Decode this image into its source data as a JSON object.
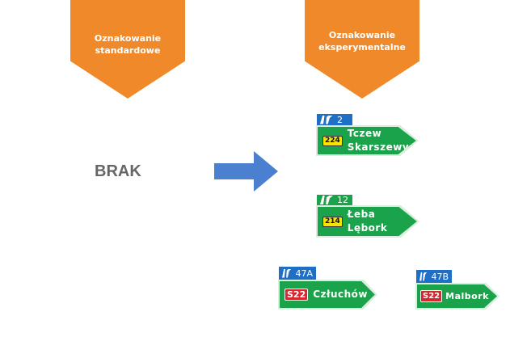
{
  "headers": {
    "standard": [
      "Oznakowanie",
      "standardowe"
    ],
    "experimental": [
      "Oznakowanie",
      "eksperymentalne"
    ]
  },
  "standard_content": "BRAK",
  "signs": [
    {
      "exit": "2",
      "road": "224",
      "names": [
        "Tczew",
        "Skarszewy"
      ]
    },
    {
      "exit": "12",
      "road": "214",
      "names": [
        "Łeba",
        "Lębork"
      ]
    },
    {
      "exit": "47A",
      "road": "S22",
      "names": [
        "Człuchów"
      ]
    },
    {
      "exit": "47B",
      "road": "S22",
      "names": [
        "Malbork"
      ]
    }
  ],
  "colors": {
    "banner": "#f0892a",
    "arrow": "#4a80cf",
    "sign_green": "#1aa34a",
    "exit_blue": "#1f6fc6"
  }
}
